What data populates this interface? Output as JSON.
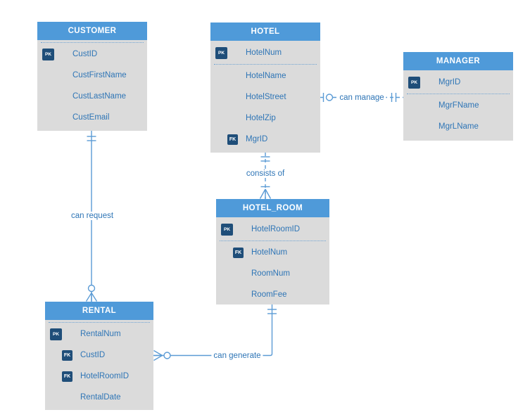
{
  "diagram": {
    "kind": "entity-relationship-diagram",
    "colors": {
      "header_blue": "#4f9ad9",
      "body_gray": "#dbdbdb",
      "badge_navy": "#1f4e79",
      "field_text_blue": "#2e75b6",
      "connector_blue": "#5b9bd5",
      "background": "#ffffff"
    },
    "entities": {
      "customer": {
        "title": "CUSTOMER",
        "divider_index": 0,
        "fields": [
          {
            "key": "PK",
            "label": "CustID"
          },
          {
            "key": null,
            "label": "CustFirstName"
          },
          {
            "key": null,
            "label": "CustLastName"
          },
          {
            "key": null,
            "label": "CustEmail"
          }
        ]
      },
      "hotel": {
        "title": "HOTEL",
        "divider_index": 1,
        "fields": [
          {
            "key": "PK",
            "label": "HotelNum"
          },
          {
            "key": null,
            "label": "HotelName"
          },
          {
            "key": null,
            "label": "HotelStreet"
          },
          {
            "key": null,
            "label": "HotelZip"
          },
          {
            "key": "FK",
            "label": "MgrID"
          }
        ]
      },
      "manager": {
        "title": "MANAGER",
        "divider_index": 1,
        "fields": [
          {
            "key": "PK",
            "label": "MgrID"
          },
          {
            "key": null,
            "label": "MgrFName"
          },
          {
            "key": null,
            "label": "MgrLName"
          }
        ]
      },
      "hotel_room": {
        "title": "HOTEL_ROOM",
        "divider_index": 1,
        "fields": [
          {
            "key": "PK",
            "label": "HotelRoomID"
          },
          {
            "key": "FK",
            "label": "HotelNum"
          },
          {
            "key": null,
            "label": "RoomNum"
          },
          {
            "key": null,
            "label": "RoomFee"
          }
        ]
      },
      "rental": {
        "title": "RENTAL",
        "divider_index": 0,
        "fields": [
          {
            "key": "PK",
            "label": "RentalNum"
          },
          {
            "key": "FK",
            "label": "CustID"
          },
          {
            "key": "FK",
            "label": "HotelRoomID"
          },
          {
            "key": null,
            "label": "RentalDate"
          }
        ]
      }
    },
    "relationships": {
      "can_manage": {
        "label": "can manage",
        "from": "HOTEL",
        "to": "MANAGER",
        "line_style": "dashed",
        "from_cardinality": "zero-or-one",
        "to_cardinality": "exactly-one"
      },
      "consists_of": {
        "label": "consists of",
        "from": "HOTEL",
        "to": "HOTEL_ROOM",
        "line_style": "dashed",
        "from_cardinality": "exactly-one",
        "to_cardinality": "one-or-many"
      },
      "can_request": {
        "label": "can request",
        "from": "CUSTOMER",
        "to": "RENTAL",
        "line_style": "solid",
        "from_cardinality": "exactly-one",
        "to_cardinality": "zero-or-many"
      },
      "can_generate": {
        "label": "can generate",
        "from": "HOTEL_ROOM",
        "to": "RENTAL",
        "line_style": "solid",
        "from_cardinality": "exactly-one",
        "to_cardinality": "zero-or-many"
      }
    }
  }
}
